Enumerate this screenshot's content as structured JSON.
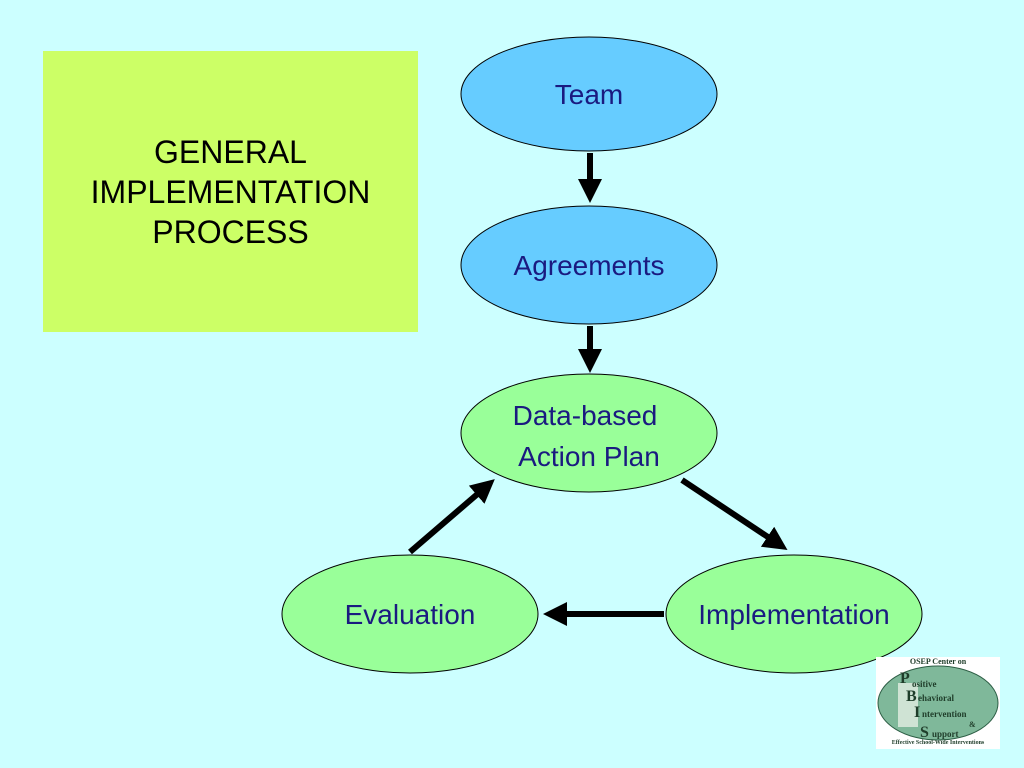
{
  "title": {
    "lines": [
      "GENERAL",
      "IMPLEMENTATION",
      "PROCESS"
    ]
  },
  "nodes": {
    "team": "Team",
    "agreements": "Agreements",
    "action_plan": [
      "Data-based",
      "Action Plan"
    ],
    "implementation": "Implementation",
    "evaluation": "Evaluation"
  },
  "logo": {
    "header": "OSEP Center on",
    "letters": [
      "P",
      "B",
      "I",
      "S"
    ],
    "words": [
      "ositive",
      "ehavioral",
      "ntervention",
      "&",
      "upport"
    ],
    "tagline": "Effective School-Wide Interventions"
  },
  "colors": {
    "background": "#ccffff",
    "title_box": "#ccff66",
    "blue_node": "#66ccff",
    "green_node": "#99ff99",
    "node_text": "#1a1a80",
    "arrow": "#000000"
  }
}
